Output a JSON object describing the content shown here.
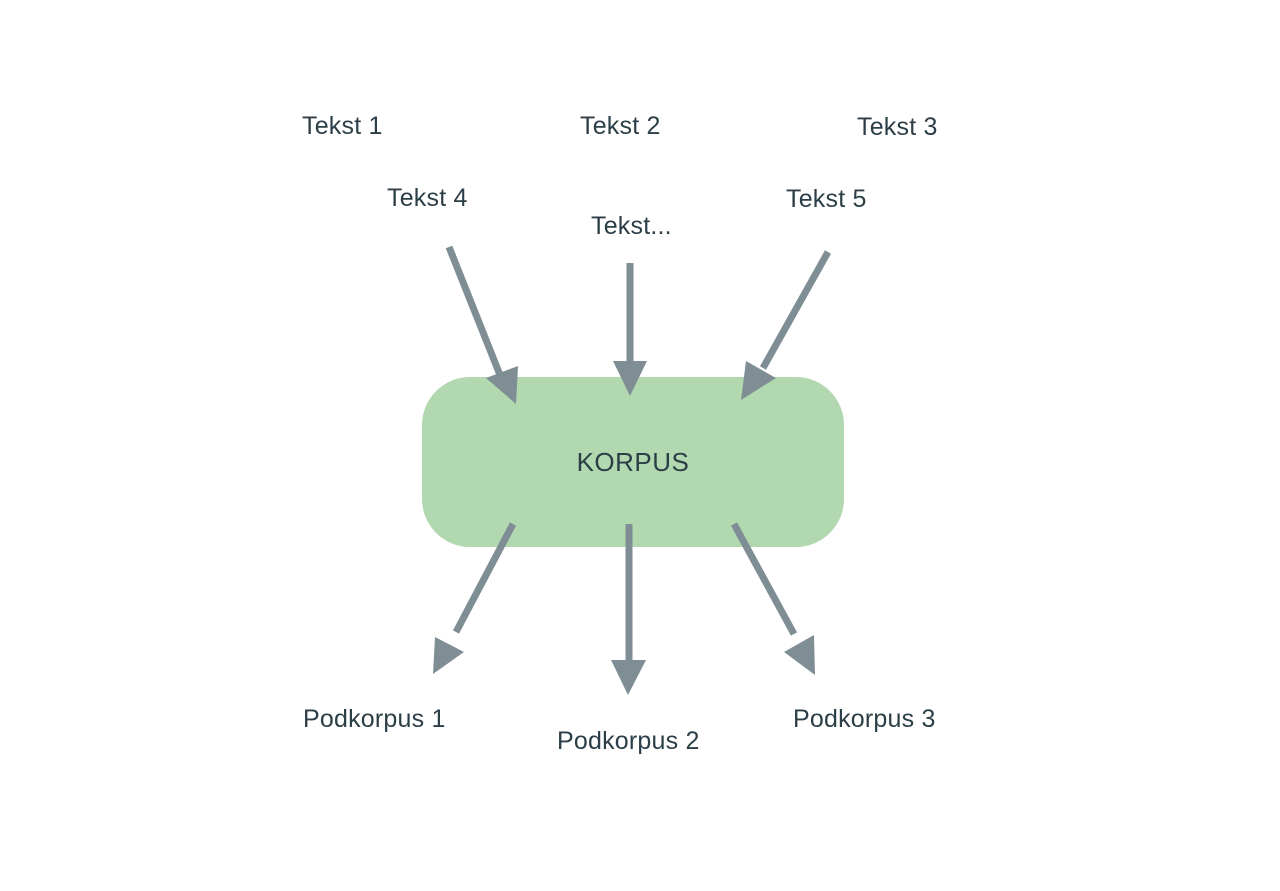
{
  "inputs": {
    "t1": "Tekst 1",
    "t2": "Tekst 2",
    "t3": "Tekst 3",
    "t4": "Tekst 4",
    "t5": "Tekst 5",
    "tn": "Tekst..."
  },
  "center": {
    "label": "KORPUS"
  },
  "outputs": {
    "p1": "Podkorpus 1",
    "p2": "Podkorpus 2",
    "p3": "Podkorpus 3"
  },
  "colors": {
    "box": "#b2d8b0",
    "arrow": "#7f8e95",
    "text": "#2c3e47"
  }
}
